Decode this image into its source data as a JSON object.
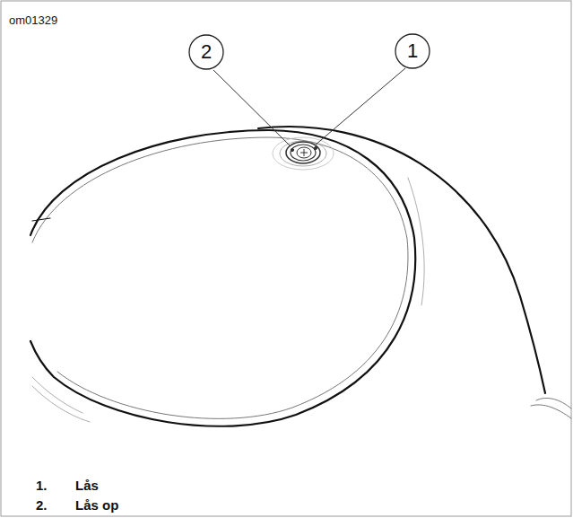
{
  "diagram": {
    "nodes": [
      {
        "text": [
          "2"
        ]
      },
      {
        "text": [
          "1"
        ]
      }
    ],
    "labels": [
      "om01329",
      "1.",
      "Lås",
      "2.",
      "Lås op"
    ]
  }
}
